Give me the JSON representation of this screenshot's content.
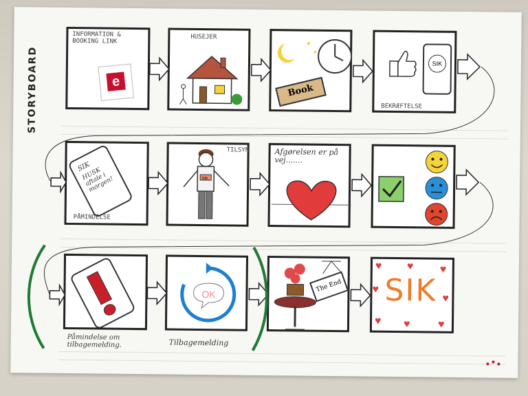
{
  "storyboard": {
    "title": "STORYBOARD",
    "row1": {
      "panel1_caption": "INFORMATION & BOOKING LINK",
      "panel1_logo": "e",
      "panel2_caption": "HUSEJER",
      "panel3_sign": "Book",
      "panel4_caption": "BEKRÆFTELSE",
      "panel4_phone": "SIK"
    },
    "row2": {
      "panel1_phone_top": "SIK",
      "panel1_phone_text": "HUSK aftale i morgen!",
      "panel1_caption": "PÅMINDELSE",
      "panel2_caption": "TILSYN",
      "panel2_badge": "SIK",
      "panel3_caption": "Afgørelsen er på vej......."
    },
    "row3": {
      "panel1_caption": "Påmindelse om tilbagemelding.",
      "panel2_bubble": "OK",
      "panel2_caption": "Tilbagemelding",
      "panel3_sign": "The End",
      "panel4_text": "SIK"
    },
    "colors": {
      "heart": "#e23b3b",
      "green_bracket": "#1f7a35",
      "blue_cycle": "#1e7fd0",
      "logo_red": "#c8102e"
    }
  }
}
